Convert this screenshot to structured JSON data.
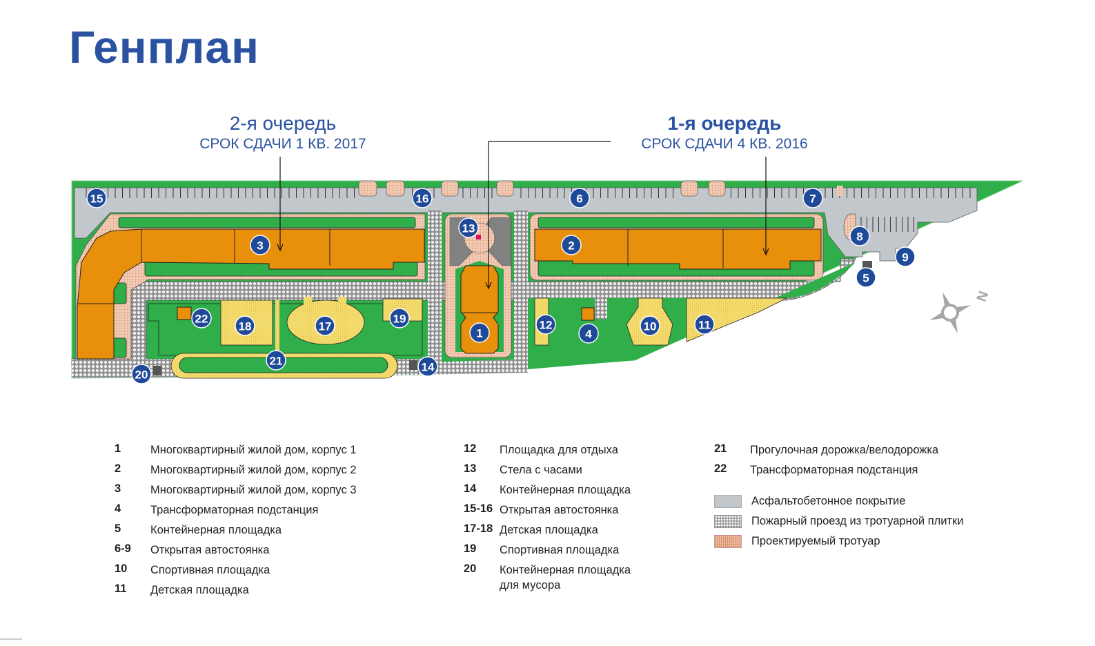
{
  "title": "Генплан",
  "phases": [
    {
      "name": "2-я очередь",
      "deadline": "СРОК СДАЧИ 1 КВ. 2017",
      "building": "3"
    },
    {
      "name": "1-я очередь",
      "deadline": "СРОК СДАЧИ 4 КВ. 2016",
      "buildings": [
        "1",
        "2"
      ]
    }
  ],
  "compass": {
    "label": "N"
  },
  "markers": [
    "1",
    "2",
    "3",
    "4",
    "5",
    "6",
    "7",
    "8",
    "9",
    "10",
    "11",
    "12",
    "13",
    "14",
    "15",
    "16",
    "17",
    "18",
    "19",
    "20",
    "21",
    "22"
  ],
  "colors": {
    "title": "#2a52a0",
    "marker": "#1f4a9a",
    "building": "#e8900c",
    "lawn": "#2fae4a",
    "playground": "#f3da6b",
    "asphalt": "#c2c7cc",
    "sidewalk": "#f1c7ad",
    "stele": "#d4146a"
  },
  "legend": {
    "col1": [
      {
        "num": "1",
        "text": "Многоквартирный жилой дом, корпус 1"
      },
      {
        "num": "2",
        "text": "Многоквартирный жилой дом, корпус 2"
      },
      {
        "num": "3",
        "text": "Многоквартирный жилой дом, корпус 3"
      },
      {
        "num": "4",
        "text": "Трансформаторная подстанция"
      },
      {
        "num": "5",
        "text": "Контейнерная площадка"
      },
      {
        "num": "6-9",
        "text": "Открытая автостоянка"
      },
      {
        "num": "10",
        "text": "Спортивная площадка"
      },
      {
        "num": "11",
        "text": "Детская площадка"
      }
    ],
    "col2": [
      {
        "num": "12",
        "text": "Площадка для отдыха"
      },
      {
        "num": "13",
        "text": "Стела с часами"
      },
      {
        "num": "14",
        "text": "Контейнерная площадка"
      },
      {
        "num": "15-16",
        "text": "Открытая автостоянка"
      },
      {
        "num": "17-18",
        "text": "Детская площадка"
      },
      {
        "num": "19",
        "text": "Спортивная площадка"
      },
      {
        "num": "20",
        "text": "Контейнерная площадка",
        "text2": "для мусора"
      }
    ],
    "col3": [
      {
        "num": "21",
        "text": "Прогулочная дорожка/велодорожка"
      },
      {
        "num": "22",
        "text": "Трансформаторная подстанция"
      }
    ],
    "surfaces": [
      {
        "key": "asphalt",
        "text": "Асфальтобетонное покрытие"
      },
      {
        "key": "fire",
        "text": "Пожарный проезд из тротуарной плитки"
      },
      {
        "key": "walk",
        "text": "Проектируемый тротуар"
      }
    ]
  }
}
